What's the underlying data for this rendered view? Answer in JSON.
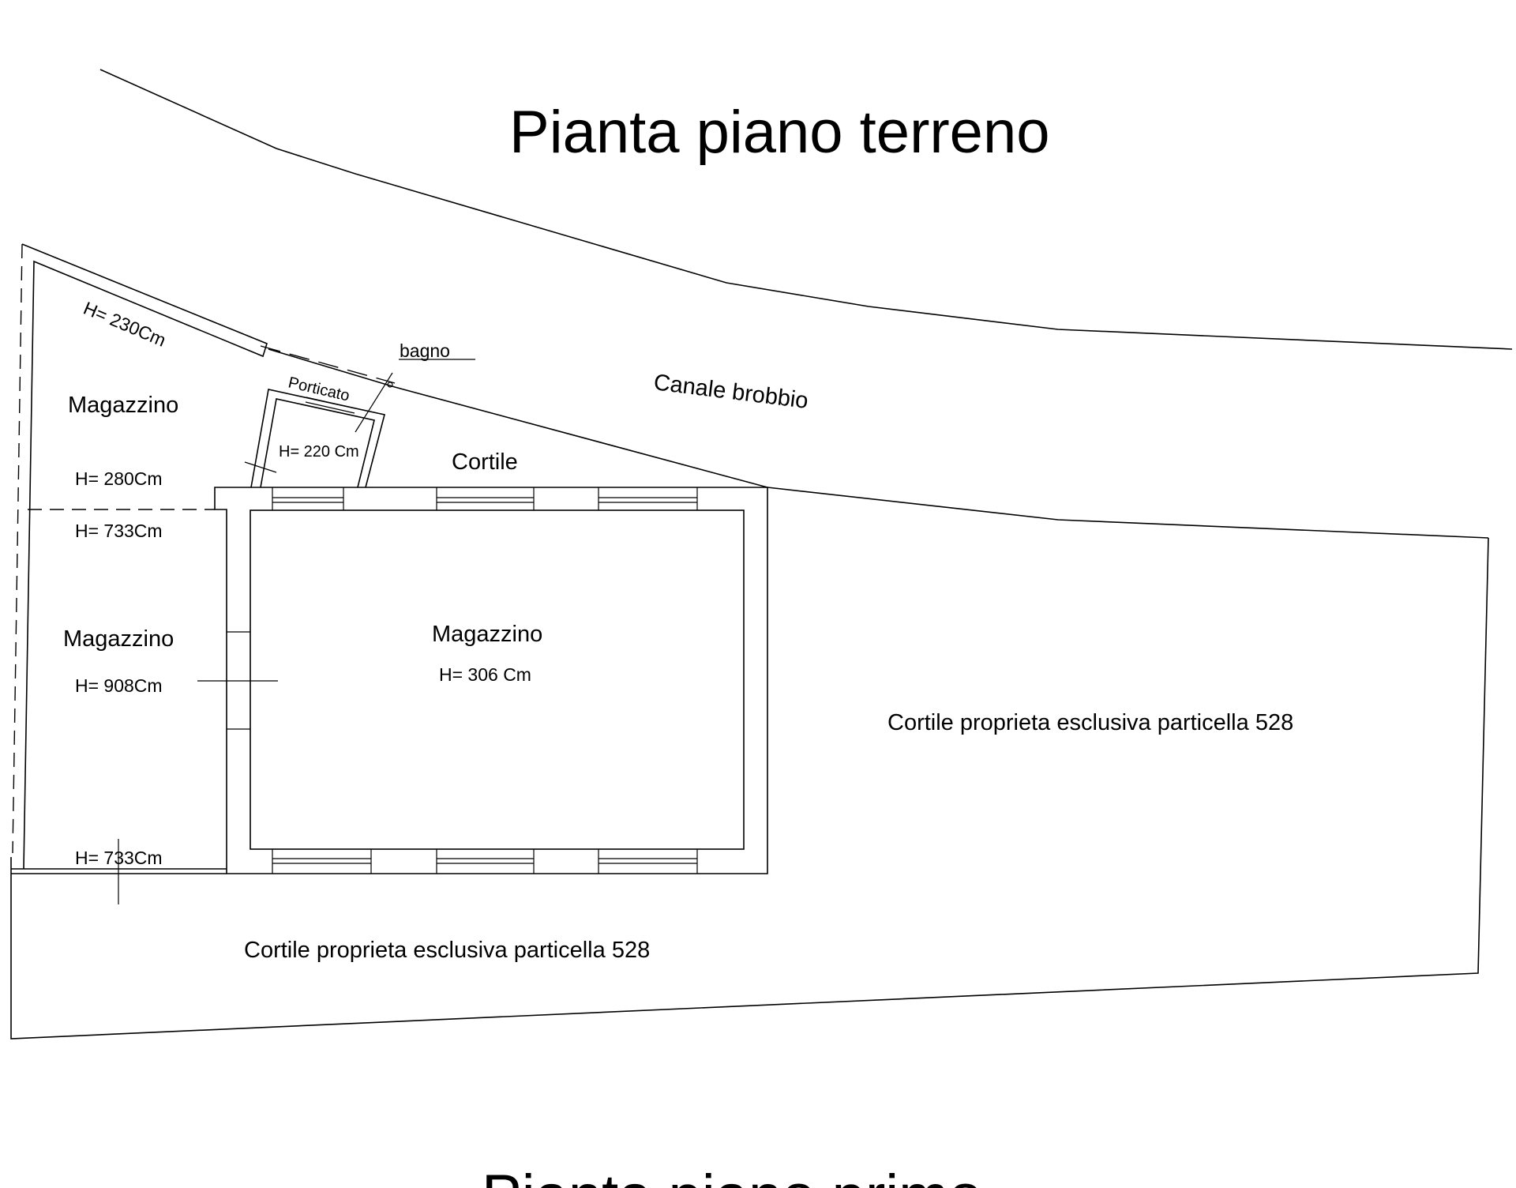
{
  "titles": {
    "ground_floor": "Pianta piano terreno",
    "first_floor": "Pianta piano primo"
  },
  "labels": {
    "h_230": "H= 230Cm",
    "bagno": "bagno",
    "porticato": "Porticato",
    "canale": "Canale brobbio",
    "magazzino_top": "Magazzino",
    "h_280": "H= 280Cm",
    "h_220": "H= 220 Cm",
    "cortile": "Cortile",
    "h_733_a": "H= 733Cm",
    "magazzino_left": "Magazzino",
    "h_908": "H= 908Cm",
    "magazzino_main": "Magazzino",
    "h_306": "H= 306 Cm",
    "h_733_b": "H= 733Cm",
    "cortile_right": "Cortile proprieta esclusiva particella 528",
    "cortile_bottom": "Cortile proprieta esclusiva particella 528"
  }
}
